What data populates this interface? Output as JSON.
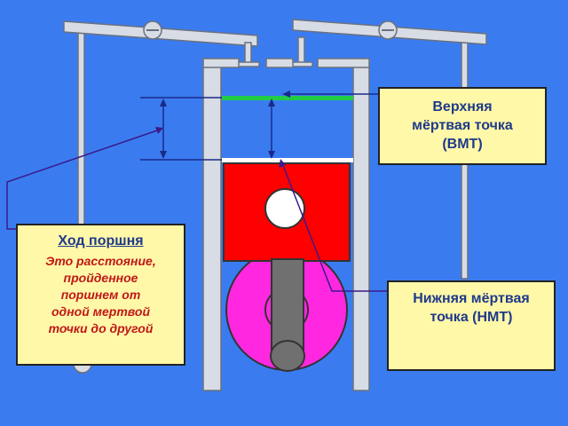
{
  "labels": {
    "tdc": [
      "Верхняя",
      "мёртвая точка",
      "(ВМТ)"
    ],
    "bdc": [
      "Нижняя мёртвая",
      "точка (НМТ)"
    ],
    "stroke_title": "Ход поршня",
    "stroke_desc": [
      "Это расстояние,",
      "пройденное",
      "поршнем от",
      "одной мертвой",
      "точки до другой"
    ]
  },
  "colors": {
    "background": "#3a7cf0",
    "piston": "#ff0000",
    "flywheel": "#ff28e0",
    "rod": "#707070",
    "cylinder_wall": "#d8dce4",
    "tdc_line": "#22cc44",
    "bdc_line": "#ffffff",
    "callout_fill": "#fff8a8",
    "callout_text": "#1f3a8a",
    "desc_text": "#c01818"
  }
}
